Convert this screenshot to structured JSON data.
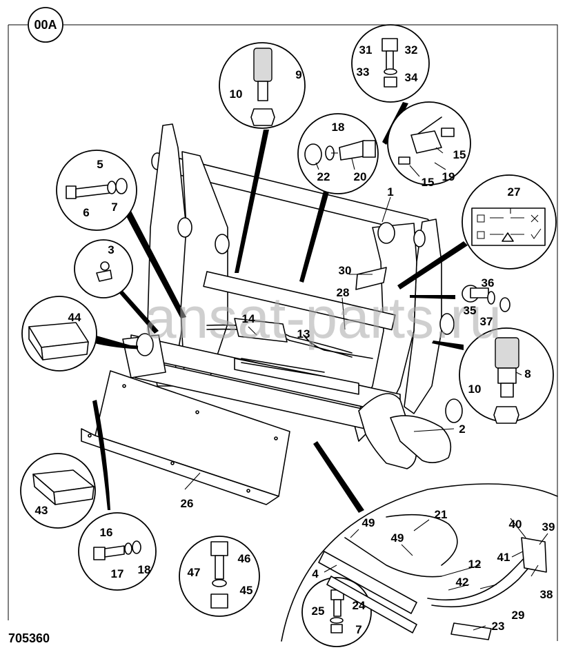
{
  "sheet_code": "00A",
  "drawing_number": "705360",
  "watermark": "ansat-parts.ru",
  "callouts": {
    "c1": "1",
    "c2": "2",
    "c3": "3",
    "c4": "4",
    "c5": "5",
    "c6": "6",
    "c7a": "7",
    "c7b": "7",
    "c8": "8",
    "c9": "9",
    "c10a": "10",
    "c10b": "10",
    "c12": "12",
    "c13": "13",
    "c14": "14",
    "c15a": "15",
    "c15b": "15",
    "c16": "16",
    "c17": "17",
    "c18a": "18",
    "c18b": "18",
    "c19": "19",
    "c20": "20",
    "c21": "21",
    "c22": "22",
    "c23": "23",
    "c24": "24",
    "c25": "25",
    "c26": "26",
    "c27": "27",
    "c28": "28",
    "c29": "29",
    "c30": "30",
    "c31": "31",
    "c32": "32",
    "c33": "33",
    "c34": "34",
    "c35": "35",
    "c36": "36",
    "c37": "37",
    "c38": "38",
    "c39": "39",
    "c40": "40",
    "c41": "41",
    "c42": "42",
    "c43": "43",
    "c44": "44",
    "c45": "45",
    "c46": "46",
    "c47": "47",
    "c49a": "49",
    "c49b": "49"
  }
}
